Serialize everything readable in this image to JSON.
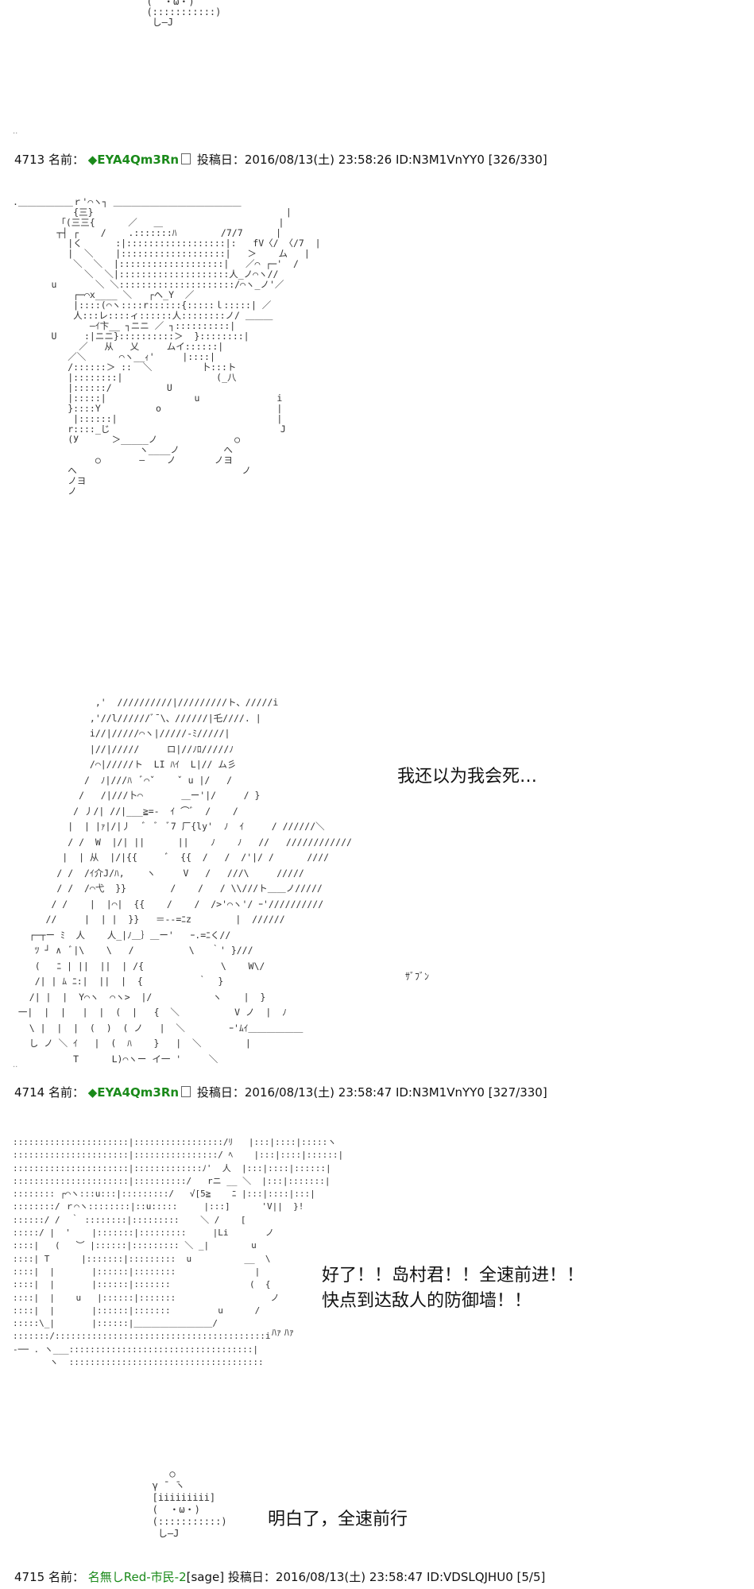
{
  "posts": [
    {
      "number": "4713",
      "name_label": "名前：",
      "name": "◆EYA4Qm3Rn",
      "date_label": "投稿日：",
      "date": "2016/08/13(土) 23:58:26",
      "id": "ID:N3M1VnYY0",
      "count": "[326/330]"
    },
    {
      "number": "4714",
      "name_label": "名前：",
      "name": "◆EYA4Qm3Rn",
      "date_label": "投稿日：",
      "date": "2016/08/13(土) 23:58:47",
      "id": "ID:N3M1VnYY0",
      "count": "[327/330]"
    },
    {
      "number": "4715",
      "name_label": "名前：",
      "name": "名無しRed-市民-2",
      "mail": "[sage]",
      "date_label": "投稿日：",
      "date": "2016/08/13(土) 23:58:47",
      "id": "ID:VDSLQJHU0",
      "count": "[5/5]"
    }
  ],
  "dialogs": {
    "d1": "我还以为我会死…",
    "d2_line1": "好了！！岛村君！！全速前进！！",
    "d2_line2": "快点到达敌人的防御墙！！",
    "d3": "明白了，全速前行"
  },
  "sfx": {
    "s1": "ｻﾞﾌﾞﾝ",
    "s2": "ﾊｧ  ﾊｧ"
  },
  "ascii_art": {
    "top_face": "  (  ・ω・)\n  (:::::::::::)\n   し―J",
    "panel1": ".＿＿＿＿＿＿ｒ'⌒ヽ┐ ＿＿＿＿＿＿＿＿＿＿＿＿＿＿\n           {三}                                   |\n        「(三三{      ／   ＿                     |\n        ┬┤ ┌    /    .:::::::ﾊ        /7/7      |\n          |く      :|::::::::::::::::::|:   fV〈/ 〈/7  |\n          |  ＼    |:::::::::::::::::::|   ＞    ム   |\n           ＼  ＼  |:::::::::::::::::::|   ／⌒ ┌─'  /\n             ＼  ＼|::::::::::::::::::::人_ノ⌒ヽ//\n       u       ＼ ＼:::::::::::::::::::::/⌒ヽ_ノ'／\n           ┌─⌒x____ ＼   ┌ヘ_Y  ／\n           |::::(⌒ヽ::::r::::::{:::::ｌ:::::| ／\n           人:::レ::::ィ::::::人::::::::ノ/ ＿＿＿\n              ―ｲ卞__ ┐ニニ ／ ┐::::::::::|\n       U     :|ニニ}::::::::::＞  }::::::::|\n            ／   从   乂     ムイ::::::|\n          ／＼      ⌒ヽ__ｨ'     |::::|\n          /::::::＞ ::  ＼         卜:::ト\n          |::::::::|                 (_八\n          |::::::/          U\n          |:::::|                u              i\n          }::::Y          o                     |\n           |::::::|                             |\n          r::::_じ                               J\n          (У      ＞_____ノ              ○\n                       ヽ____ノ        へ\n               ○       ―    ノ       ノヨ\n          へ                              ノ\n          ノヨ\n          ノ",
    "panel2": "               ,'  //////////|/////////ト、/////i\n              ,'//l//////ﾞ¯\\、//////|乇////. |\n              i//|/////⌒ヽ|/////-ﾐ/////|\n              |//|/////     ロ|//ﾉﾛ/////ﾉ\n              /⌒|/////ト  LI ﾊｲ  L|// ム彡\n             /  ﾉ|///ﾊ  ﾞ⌒ˇ    ˇ u |/   /\n            /   /|///卜⌒       ＿ー'|/     / }\n           / 丿/| //|___≧=-  ｲ ⌒ﾞ  /    /\n          |  | |ｧ|/|丿  ﾞ  ﾞ  ﾞ7 厂{ly'  ﾉ  ｲ     / //////＼\n          / /  W  |/| ||      ||    ﾉ    ﾉ   //   ////////////\n         |  | 从  |/|{{     ﾞ  {{  /   /  /'|/ /      ////\n        / /  /ｲ介J/ﾊ,    ヽ     V   /   ///\\     /////\n        / /  /⌒弋  }}        /    /   / \\\\///ト＿＿ノ/////\n       / /    |  |⌒|  {{    /    /  />'⌒ヽ'/ ｰ'//////////\n      //     |  | |  }}   ＝--=ﾆz        |  //////\n   ┌─┬ー ﾐ  人    人_|ﾉ＿｝＿ー'   ｰ.=ﾆく//\n    ﾂ ┘ ∧  ﾞ|\\    \\   /          \\   ｀' }///\n    (   ﾆ | ||  ||  | /{              \\    W\\/\n    /| | ﾑ ﾆ:|  ||  |  {          ｀  }\n   /| |  |  Y⌒ヽ  ⌒ヽ>  |/           ヽ    |  }\n 一|  |  |   |  |  (  |   {  ＼          V ノ  |  ﾉ\n   \\ |  |  |  (  )  ( ノ   |  ＼        ｰ'ﾑｲ＿＿＿＿＿＿\n   し ノ ＼ ｲ   |  (  ﾊ    }   |  ＼        |\n           T      L)⌒ヽー イ一 '     ＼",
    "panel3": "::::::::::::::::::::::|:::::::::::::::::/ﾘ   |:::|::::|:::::ヽ\n::::::::::::::::::::::|::::::::::::::::/ ﾍ    |:::|::::|::::::|\n::::::::::::::::::::::|:::::::::::::ﾉ'  人  |:::|::::|::::::|\n::::::::::::::::::::::|::::::::::/   rニ __ ＼  |:::|:::::::|\n:::::::: ┌⌒ヽ:::u:::|:::::::::/   √[5≧    ﾆ |:::|::::|:::|\n::::::::/ ｒ⌒ヽ::::::::|::u:::::     |:::]      'V||  }!\n::::::/ /  ｀ ::::::::|:::::::::    ＼ /    [\n:::::/ |  '    |:::::::|:::::::::     |Li       ノ\n::::|   (   ︶ |::::::|::::::::: ＼ _|        u\n::::| T      |:::::::|:::::::::  u          __  \\\n::::|  |       |::::::|::::::::               |\n::::|  |       |::::::|:::::::               (  {\n::::|  |    u   |::::::|:::::::                  ノ\n::::|  |       |::::::|:::::::         u      /\n:::::\\_|       |::::::|＿＿＿＿＿＿＿＿＿/\n:::::::/::::::::::::::::::::::::::::::::::::::::i\n-── . ヽ___:::::::::::::::::::::::::::::::::::|\n       ヽ  :::::::::::::::::::::::::::::::::::::",
    "bottom_face": "      ○\n   γ ̄  ̄ヽ\n   [iiiiiiiii]\n   (  ・ω・)\n   (:::::::::::)\n    し―J"
  }
}
